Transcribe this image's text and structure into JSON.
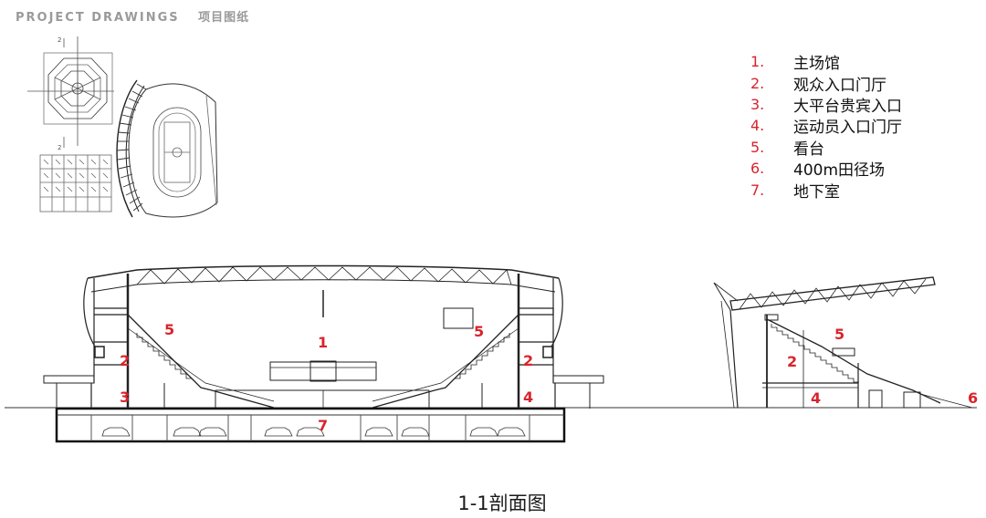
{
  "header": {
    "en": "PROJECT DRAWINGS",
    "cn": "项目图纸"
  },
  "legend": [
    {
      "num": "1.",
      "text": "主场馆"
    },
    {
      "num": "2.",
      "text": "观众入口门厅"
    },
    {
      "num": "3.",
      "text": "大平台贵宾入口"
    },
    {
      "num": "4.",
      "text": "运动员入口门厅"
    },
    {
      "num": "5.",
      "text": "看台"
    },
    {
      "num": "6.",
      "text": "400m田径场"
    },
    {
      "num": "7.",
      "text": "地下室"
    }
  ],
  "key_plan": {
    "section_mark_top": "2",
    "section_mark_bottom": "2"
  },
  "section": {
    "labels": {
      "l1": "1",
      "l5a": "5",
      "l5b": "5",
      "l2a": "2",
      "l2b": "2",
      "l3": "3",
      "l4": "4",
      "l7": "7"
    }
  },
  "partial_section": {
    "labels": {
      "l5": "5",
      "l2": "2",
      "l4": "4",
      "l6": "6"
    }
  },
  "caption": "1-1剖面图",
  "colors": {
    "accent_red": "#d9232c",
    "header_gray": "#9a9a9a"
  }
}
